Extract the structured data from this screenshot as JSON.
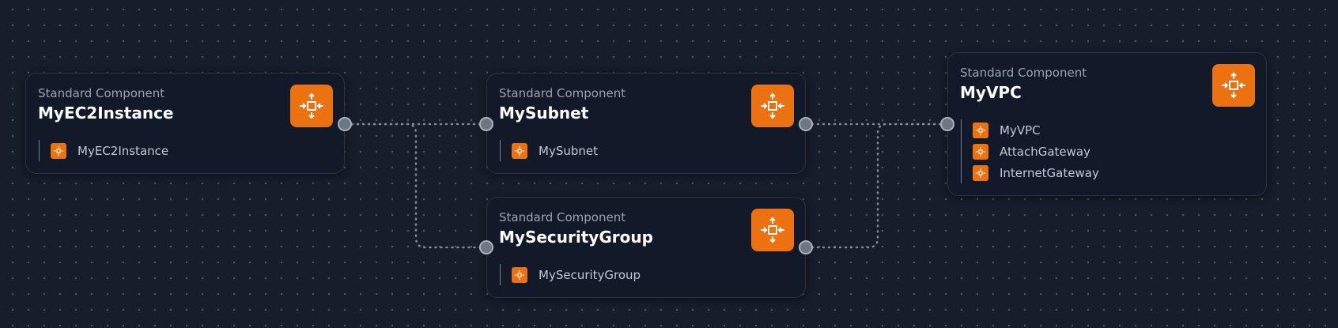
{
  "nodes": {
    "ec2": {
      "type": "Standard Component",
      "title": "MyEC2Instance",
      "resources": [
        "MyEC2Instance"
      ]
    },
    "subnet": {
      "type": "Standard Component",
      "title": "MySubnet",
      "resources": [
        "MySubnet"
      ]
    },
    "security_group": {
      "type": "Standard Component",
      "title": "MySecurityGroup",
      "resources": [
        "MySecurityGroup"
      ]
    },
    "vpc": {
      "type": "Standard Component",
      "title": "MyVPC",
      "resources": [
        "MyVPC",
        "AttachGateway",
        "InternetGateway"
      ]
    }
  },
  "edges": [
    {
      "from": "MyEC2Instance",
      "to": "MySubnet"
    },
    {
      "from": "MyEC2Instance",
      "to": "MySecurityGroup"
    },
    {
      "from": "MySubnet",
      "to": "MyVPC"
    },
    {
      "from": "MySecurityGroup",
      "to": "MyVPC"
    }
  ],
  "colors": {
    "canvas": "#161d2b",
    "node_background": "#121a2a",
    "badge": "#ec7211",
    "edge": "#7f8896"
  },
  "icons": {
    "component": "component-icon"
  }
}
